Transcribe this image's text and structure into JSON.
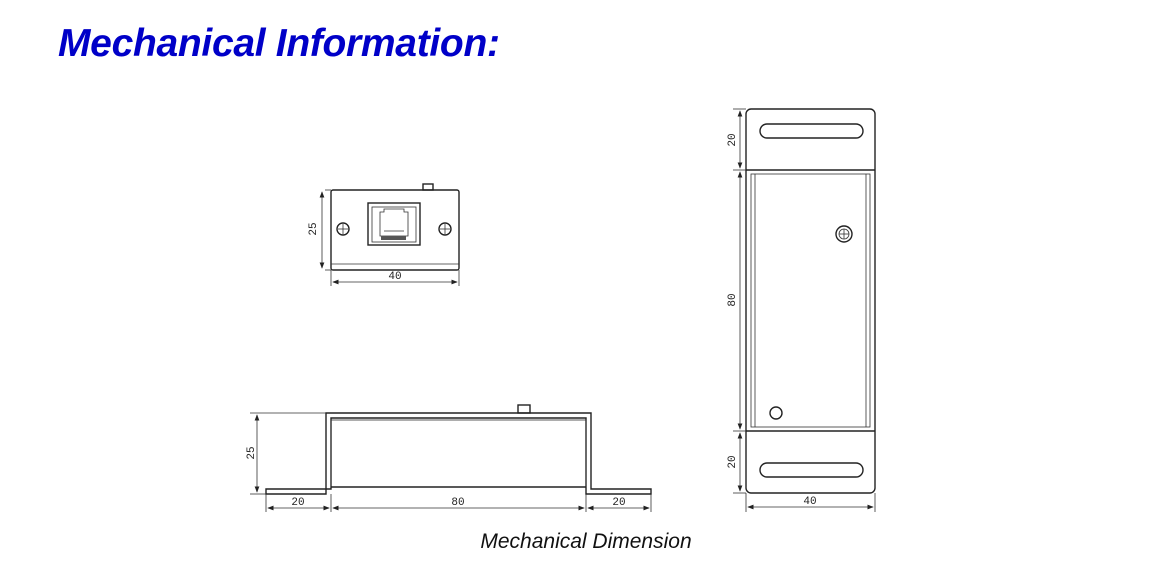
{
  "title": "Mechanical Information:",
  "caption": "Mechanical Dimension",
  "front_view": {
    "width": "40",
    "height": "25"
  },
  "side_view": {
    "flange_left": "20",
    "body_length": "80",
    "flange_right": "20",
    "height": "25"
  },
  "top_view": {
    "flange_top": "20",
    "body_length": "80",
    "flange_bottom": "20",
    "width": "40"
  }
}
